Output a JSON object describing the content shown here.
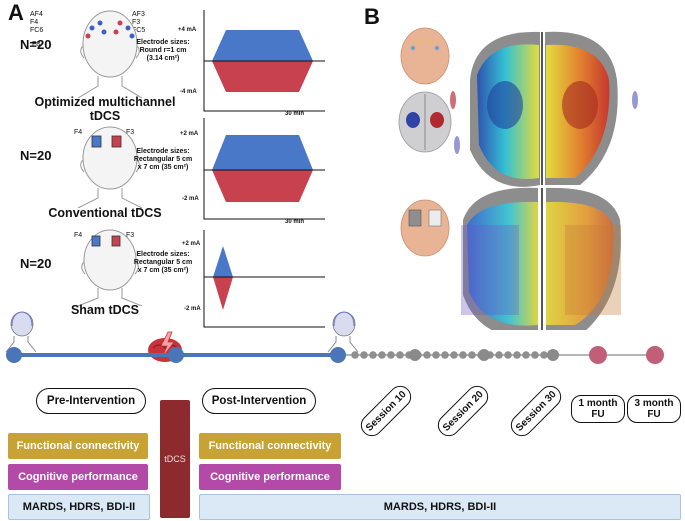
{
  "panel_a": "A",
  "panel_b": "B",
  "groups": [
    {
      "n": "N=20",
      "title": "Optimized multichannel tDCS",
      "electrode_sizes": "Electrode sizes: Round r=1 cm (3.14 cm²)",
      "labels_left": "AF4\nF4\nFC6",
      "label_left2": "F8",
      "labels_right": "AF3\nF3\nFC5",
      "y_top": "+4 mA",
      "y_bottom": "-4 mA",
      "x_end": "30 min"
    },
    {
      "n": "N=20",
      "title": "Conventional tDCS",
      "electrode_sizes": "Electrode sizes: Rectangular 5 cm x 7 cm (35 cm²)",
      "label_left": "F4",
      "label_right": "F3",
      "y_top": "+2 mA",
      "y_bottom": "-2 mA",
      "x_end": "30 min"
    },
    {
      "n": "N=20",
      "title": "Sham tDCS",
      "electrode_sizes": "Electrode sizes: Rectangular 5 cm x 7 cm (35 cm²)",
      "label_left": "F4",
      "label_right": "F3",
      "y_top": "+2 mA",
      "y_bottom": "-2 mA"
    }
  ],
  "timeline": {
    "pre": "Pre-Intervention",
    "post": "Post-Intervention",
    "tdcs": "tDCS",
    "sessions": [
      "Session 10",
      "Session 20",
      "Session 30"
    ],
    "followups": [
      "1 month\nFU",
      "3 month\nFU"
    ]
  },
  "measures": {
    "functional": "Functional connectivity",
    "cognitive": "Cognitive performance",
    "scales": "MARDS, HDRS, BDI-II"
  },
  "colors": {
    "anode": "#4a78c8",
    "cathode": "#c8414e",
    "timeline": "#4a75b8",
    "functional": "#c9a235",
    "cognitive": "#b34aa8",
    "scales_bg": "#dbe9f7",
    "tdcs_bar": "#8c2a2e",
    "followup": "#c25f78"
  }
}
